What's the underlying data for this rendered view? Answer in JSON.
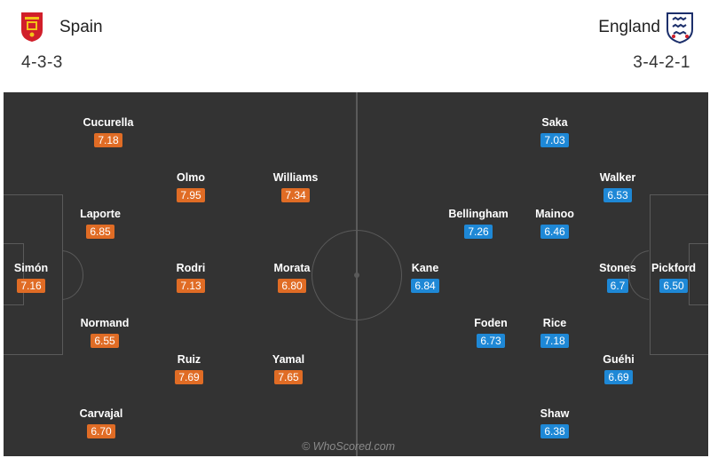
{
  "home": {
    "name": "Spain",
    "formation": "4-3-3",
    "color": "#e06c25",
    "players": [
      {
        "name": "Cucurella",
        "rating": "7.18"
      },
      {
        "name": "Olmo",
        "rating": "7.95"
      },
      {
        "name": "Williams",
        "rating": "7.34"
      },
      {
        "name": "Laporte",
        "rating": "6.85"
      },
      {
        "name": "Simón",
        "rating": "7.16"
      },
      {
        "name": "Rodri",
        "rating": "7.13"
      },
      {
        "name": "Morata",
        "rating": "6.80"
      },
      {
        "name": "Normand",
        "rating": "6.55"
      },
      {
        "name": "Ruiz",
        "rating": "7.69"
      },
      {
        "name": "Yamal",
        "rating": "7.65"
      },
      {
        "name": "Carvajal",
        "rating": "6.70"
      }
    ]
  },
  "away": {
    "name": "England",
    "formation": "3-4-2-1",
    "color": "#1e88d6",
    "players": [
      {
        "name": "Saka",
        "rating": "7.03"
      },
      {
        "name": "Walker",
        "rating": "6.53"
      },
      {
        "name": "Bellingham",
        "rating": "7.26"
      },
      {
        "name": "Mainoo",
        "rating": "6.46"
      },
      {
        "name": "Kane",
        "rating": "6.84"
      },
      {
        "name": "Stones",
        "rating": "6.7"
      },
      {
        "name": "Pickford",
        "rating": "6.50"
      },
      {
        "name": "Foden",
        "rating": "6.73"
      },
      {
        "name": "Rice",
        "rating": "7.18"
      },
      {
        "name": "Guéhi",
        "rating": "6.69"
      },
      {
        "name": "Shaw",
        "rating": "6.38"
      }
    ]
  },
  "watermark": "© WhoScored.com",
  "icons": {
    "home_crest": "spain-crest-icon",
    "away_crest": "england-crest-icon"
  }
}
